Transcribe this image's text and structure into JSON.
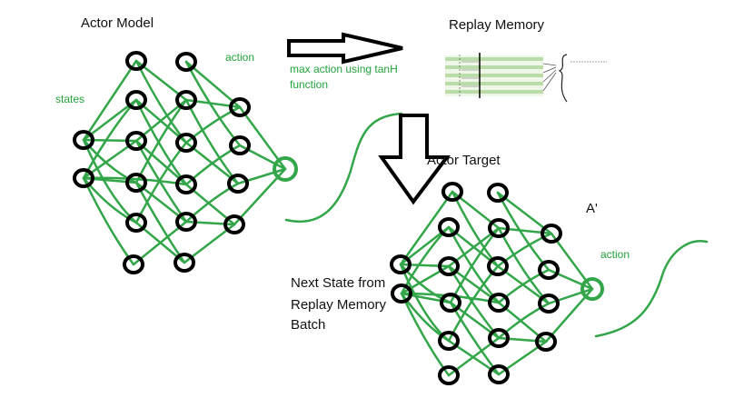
{
  "colors": {
    "edge_green": "#33a64a",
    "label_green": "#22a33a",
    "node_black": "#000000"
  },
  "actor_model": {
    "title": "Actor Model",
    "states_label": "states",
    "action_label": "action"
  },
  "arrow_note": {
    "line1": "max action using tanH",
    "line2": "function"
  },
  "replay_memory": {
    "title": "Replay Memory"
  },
  "actor_target": {
    "title": "Actor Target",
    "a_prime_label": "A'",
    "action_label": "action",
    "next_state_lines": [
      "Next State from",
      "Replay Memory",
      "Batch"
    ]
  }
}
